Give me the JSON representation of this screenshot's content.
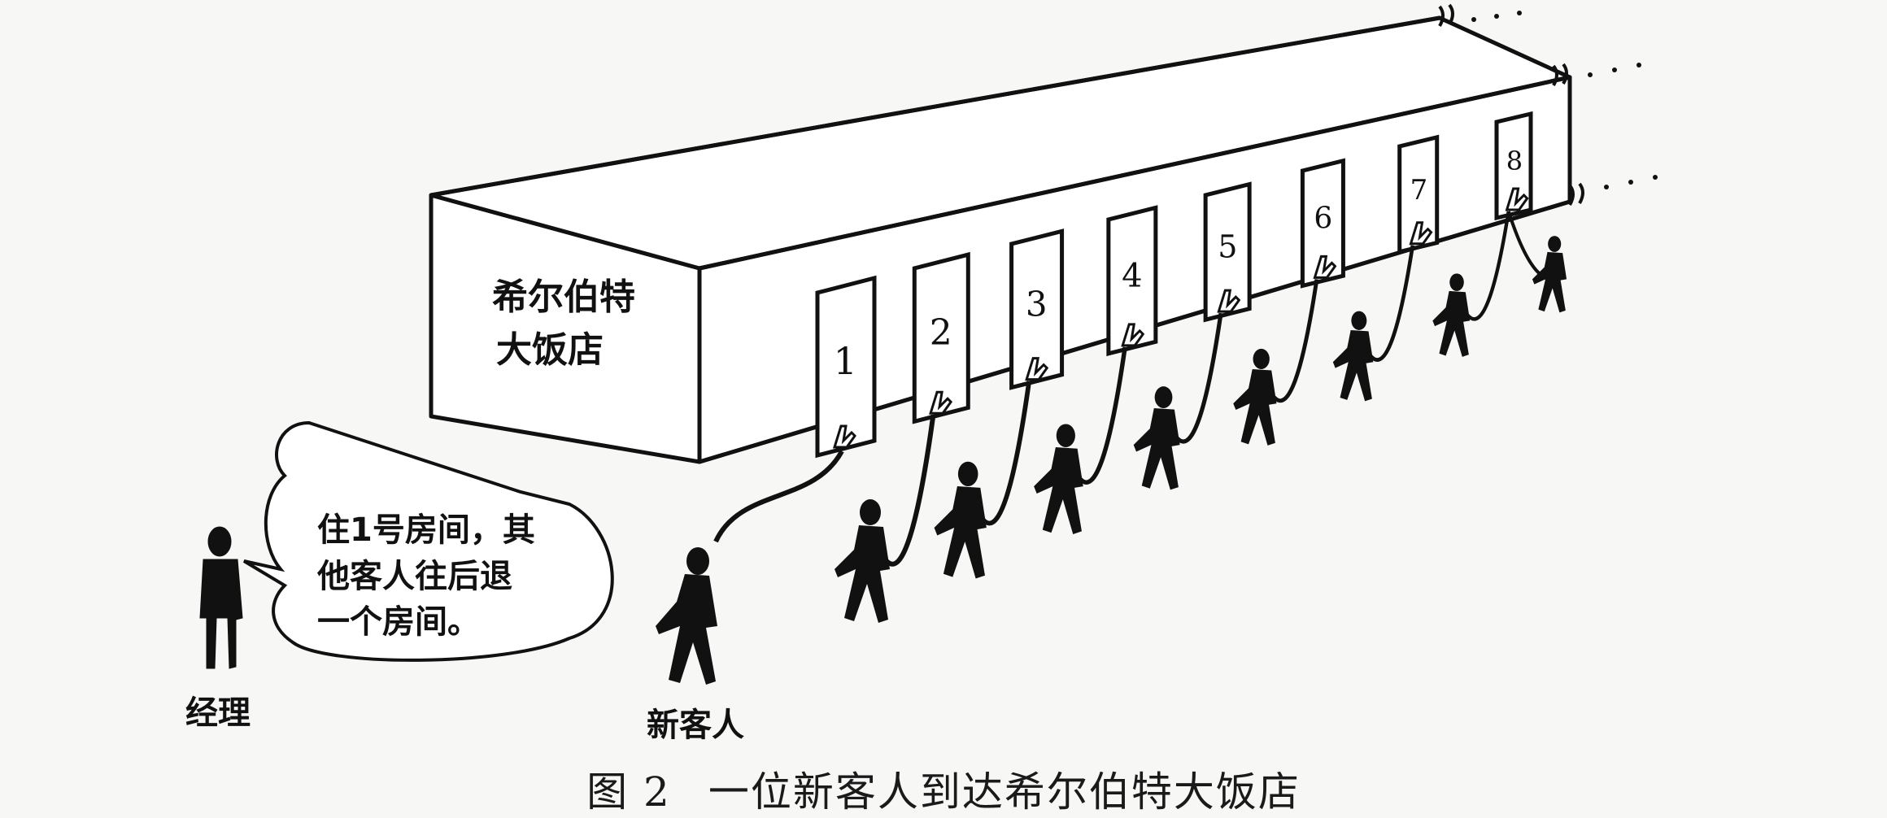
{
  "hotel": {
    "name_line1": "希尔伯特",
    "name_line2": "大饭店"
  },
  "doors": [
    "1",
    "2",
    "3",
    "4",
    "5",
    "6",
    "7",
    "8"
  ],
  "speech": {
    "line1": "住1号房间，其",
    "line2": "他客人往后退",
    "line3": "一个房间。"
  },
  "labels": {
    "manager": "经理",
    "new_guest": "新客人"
  },
  "caption": {
    "number": "图 2",
    "text": "一位新客人到达希尔伯特大饭店"
  },
  "colors": {
    "ink": "#111111",
    "paper": "#ffffff",
    "page": "#f7f7f5"
  }
}
